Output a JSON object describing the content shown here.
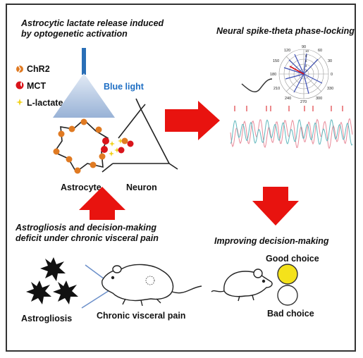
{
  "panel_top_left": {
    "title_line1": "Astrocytic lactate release induced",
    "title_line2": "by optogenetic activation",
    "legend": [
      {
        "label": "ChR2",
        "color": "#e07a22"
      },
      {
        "label": "MCT",
        "color": "#d9141b"
      },
      {
        "label": "L-lactate",
        "color": "#f1d21a"
      }
    ],
    "light_label": "Blue light",
    "astrocyte_label": "Astrocyte",
    "neuron_label": "Neuron"
  },
  "panel_top_right": {
    "title": "Neural spike-theta phase-locking",
    "polar_angle_ticks": [
      "90",
      "60",
      "30",
      "0",
      "330",
      "300",
      "270",
      "240",
      "210",
      "180",
      "150",
      "120"
    ],
    "polar_radial_ticks": [
      "10",
      "8",
      "6",
      "4",
      "2"
    ]
  },
  "panel_bottom_left": {
    "title_line1": "Astrogliosis and decision-making",
    "title_line2": "deficit under chronic visceral pain",
    "astrogliosis_label": "Astrogliosis",
    "pain_label": "Chronic visceral pain"
  },
  "panel_bottom_right": {
    "title": "Improving decision-making",
    "good_label": "Good choice",
    "bad_label": "Bad choice"
  },
  "colors": {
    "arrow": "#e8130f",
    "light_beam": "#9fb6d8",
    "good_choice": "#f4e21b",
    "trace_pink": "#e98b9a",
    "trace_teal": "#5fb7bd",
    "polar_blue": "#3d4fb5"
  }
}
